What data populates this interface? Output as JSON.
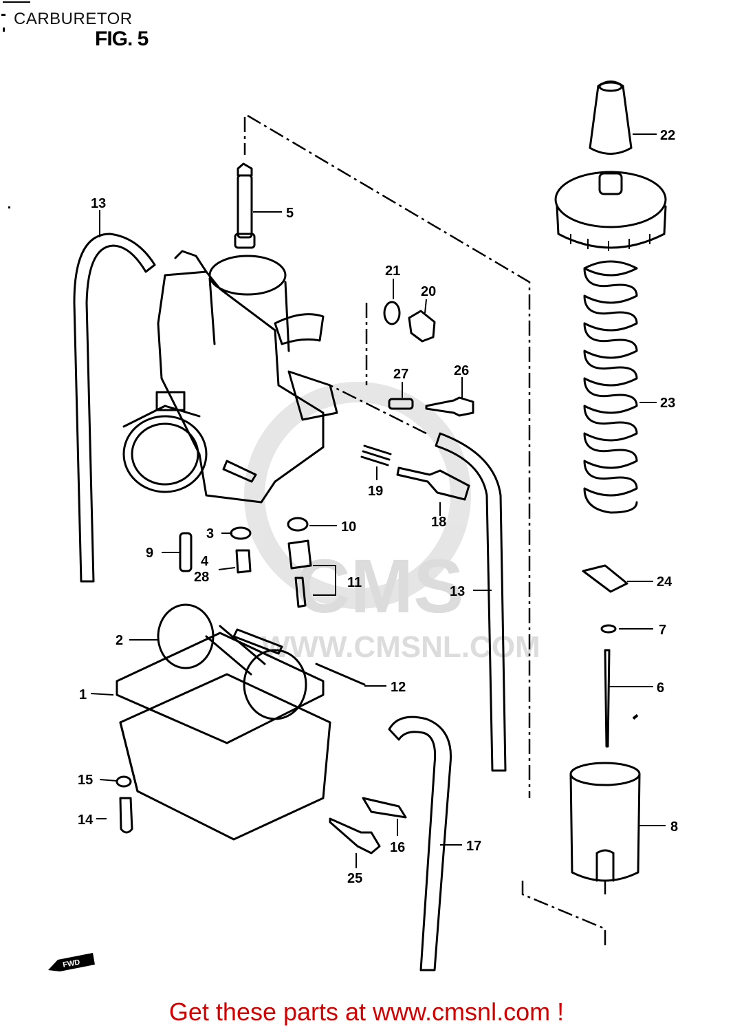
{
  "header": {
    "title": "CARBURETOR",
    "figure_label": "FIG. 5"
  },
  "watermark": {
    "brand": "CMS",
    "url": "WWW.CMSNL.COM"
  },
  "direction_marker": "FWD",
  "callouts": [
    {
      "id": "c22",
      "label": "22"
    },
    {
      "id": "c5",
      "label": "5"
    },
    {
      "id": "c13a",
      "label": "13"
    },
    {
      "id": "c21",
      "label": "21"
    },
    {
      "id": "c20",
      "label": "20"
    },
    {
      "id": "c27",
      "label": "27"
    },
    {
      "id": "c26",
      "label": "26"
    },
    {
      "id": "c23",
      "label": "23"
    },
    {
      "id": "c19",
      "label": "19"
    },
    {
      "id": "c18",
      "label": "18"
    },
    {
      "id": "c3",
      "label": "3"
    },
    {
      "id": "c10",
      "label": "10"
    },
    {
      "id": "c9",
      "label": "9"
    },
    {
      "id": "c4",
      "label": "4"
    },
    {
      "id": "c28",
      "label": "28"
    },
    {
      "id": "c11",
      "label": "11"
    },
    {
      "id": "c13b",
      "label": "13"
    },
    {
      "id": "c24",
      "label": "24"
    },
    {
      "id": "c7",
      "label": "7"
    },
    {
      "id": "c2",
      "label": "2"
    },
    {
      "id": "c12",
      "label": "12"
    },
    {
      "id": "c6",
      "label": "6"
    },
    {
      "id": "c1",
      "label": "1"
    },
    {
      "id": "c15",
      "label": "15"
    },
    {
      "id": "c14",
      "label": "14"
    },
    {
      "id": "c16",
      "label": "16"
    },
    {
      "id": "c17",
      "label": "17"
    },
    {
      "id": "c8",
      "label": "8"
    },
    {
      "id": "c25",
      "label": "25"
    }
  ],
  "footer": {
    "cta": "Get these parts at www.cmsnl.com !"
  }
}
